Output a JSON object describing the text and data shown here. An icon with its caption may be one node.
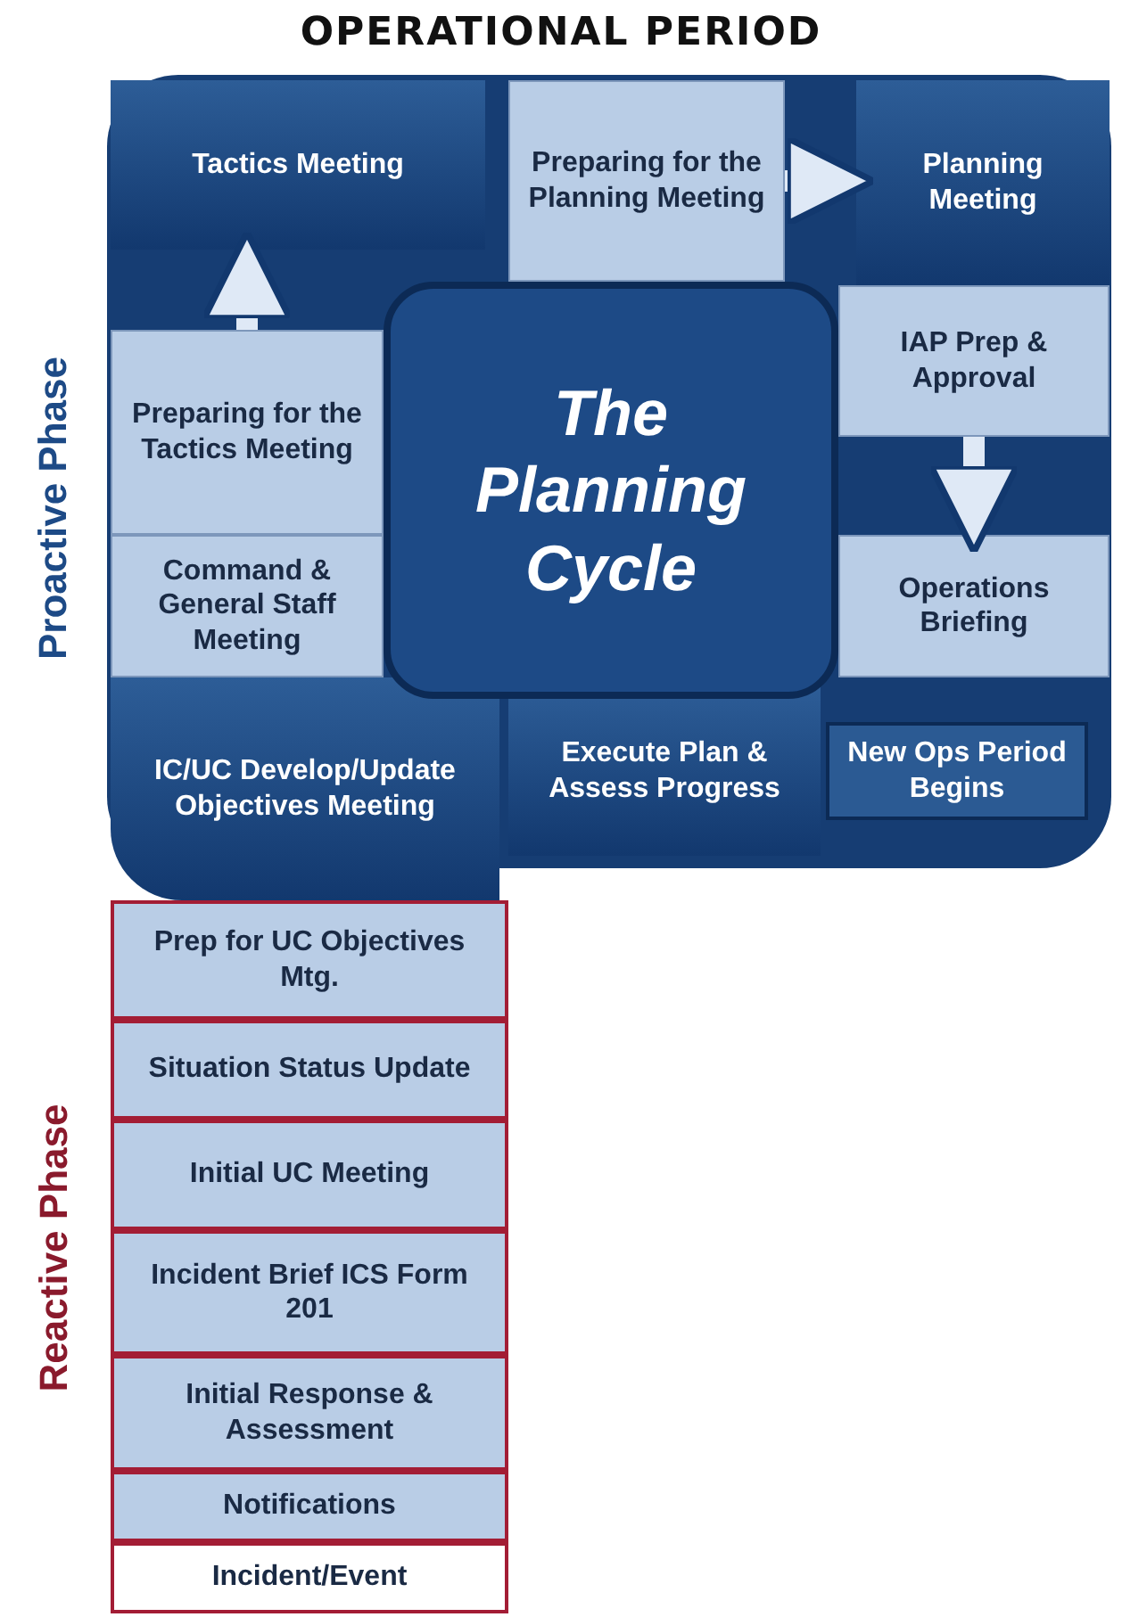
{
  "diagram": {
    "title": "OPERATIONAL PERIOD",
    "nodes": [
      {
        "text": [
          "Tactics Meeting"
        ]
      },
      {
        "text": [
          "Preparing for the Planning Meeting"
        ]
      },
      {
        "text": [
          "Planning Meeting"
        ]
      },
      {
        "text": [
          "Preparing for the Tactics Meeting"
        ]
      },
      {
        "text": [
          "The Planning Cycle"
        ]
      },
      {
        "text": [
          "IAP Prep & Approval"
        ]
      },
      {
        "text": [
          "Command & General Staff Meeting"
        ]
      },
      {
        "text": [
          "Operations Briefing"
        ]
      },
      {
        "text": [
          "IC/UC Develop/Update Objectives Meeting"
        ]
      },
      {
        "text": [
          "Execute Plan & Assess Progress"
        ]
      },
      {
        "text": [
          "New Ops Period Begins"
        ]
      },
      {
        "text": [
          "Prep for UC Objectives Mtg."
        ]
      },
      {
        "text": [
          "Situation Status Update"
        ]
      },
      {
        "text": [
          "Initial UC Meeting"
        ]
      },
      {
        "text": [
          "Incident Brief ICS Form 201"
        ]
      },
      {
        "text": [
          "Initial Response & Assessment"
        ]
      },
      {
        "text": [
          "Notifications"
        ]
      },
      {
        "text": [
          "Incident/Event"
        ]
      }
    ],
    "edges": [
      {
        "from": 3,
        "to": 0,
        "arrow": "to"
      },
      {
        "from": 1,
        "to": 2,
        "arrow": "to"
      },
      {
        "from": 5,
        "to": 7,
        "arrow": "to"
      }
    ],
    "labels": [
      "Proactive Phase",
      "Reactive Phase"
    ]
  }
}
